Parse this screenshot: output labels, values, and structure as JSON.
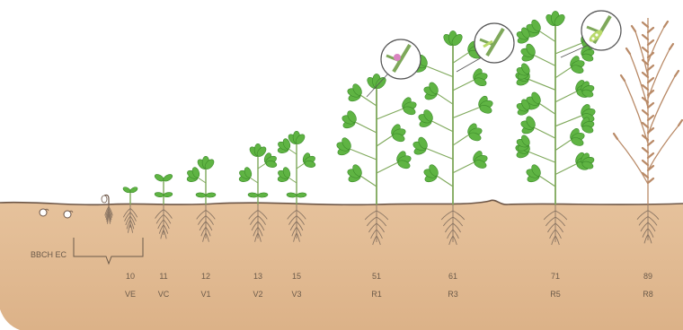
{
  "scale_label": "BBCH EC",
  "colors": {
    "soil": "#e3bf98",
    "soil_edge": "#6d5647",
    "leaf": "#5fb443",
    "leaf_dark": "#3c8a2a",
    "stem": "#7ea85a",
    "root": "#8a7563",
    "dry_plant": "#b98a67",
    "flower": "#d984c0",
    "text": "#6b5a4a"
  },
  "stages": [
    {
      "bbch": "",
      "code": "",
      "kind": "seed"
    },
    {
      "bbch": "",
      "code": "",
      "kind": "seed"
    },
    {
      "bbch": "",
      "code": "",
      "kind": "hook"
    },
    {
      "bbch": "10",
      "code": "VE",
      "kind": "emergence"
    },
    {
      "bbch": "11",
      "code": "VC",
      "kind": "cotyledon"
    },
    {
      "bbch": "12",
      "code": "V1",
      "kind": "vegetative",
      "trifoliates": 1
    },
    {
      "bbch": "13",
      "code": "V2",
      "kind": "vegetative",
      "trifoliates": 2
    },
    {
      "bbch": "15",
      "code": "V3",
      "kind": "vegetative",
      "trifoliates": 3
    },
    {
      "bbch": "51",
      "code": "R1",
      "kind": "reproductive",
      "detail": "flower-icon"
    },
    {
      "bbch": "61",
      "code": "R3",
      "kind": "reproductive",
      "detail": "young-pod-icon"
    },
    {
      "bbch": "71",
      "code": "R5",
      "kind": "reproductive",
      "detail": "pod-seeds-icon"
    },
    {
      "bbch": "89",
      "code": "R8",
      "kind": "mature"
    }
  ]
}
